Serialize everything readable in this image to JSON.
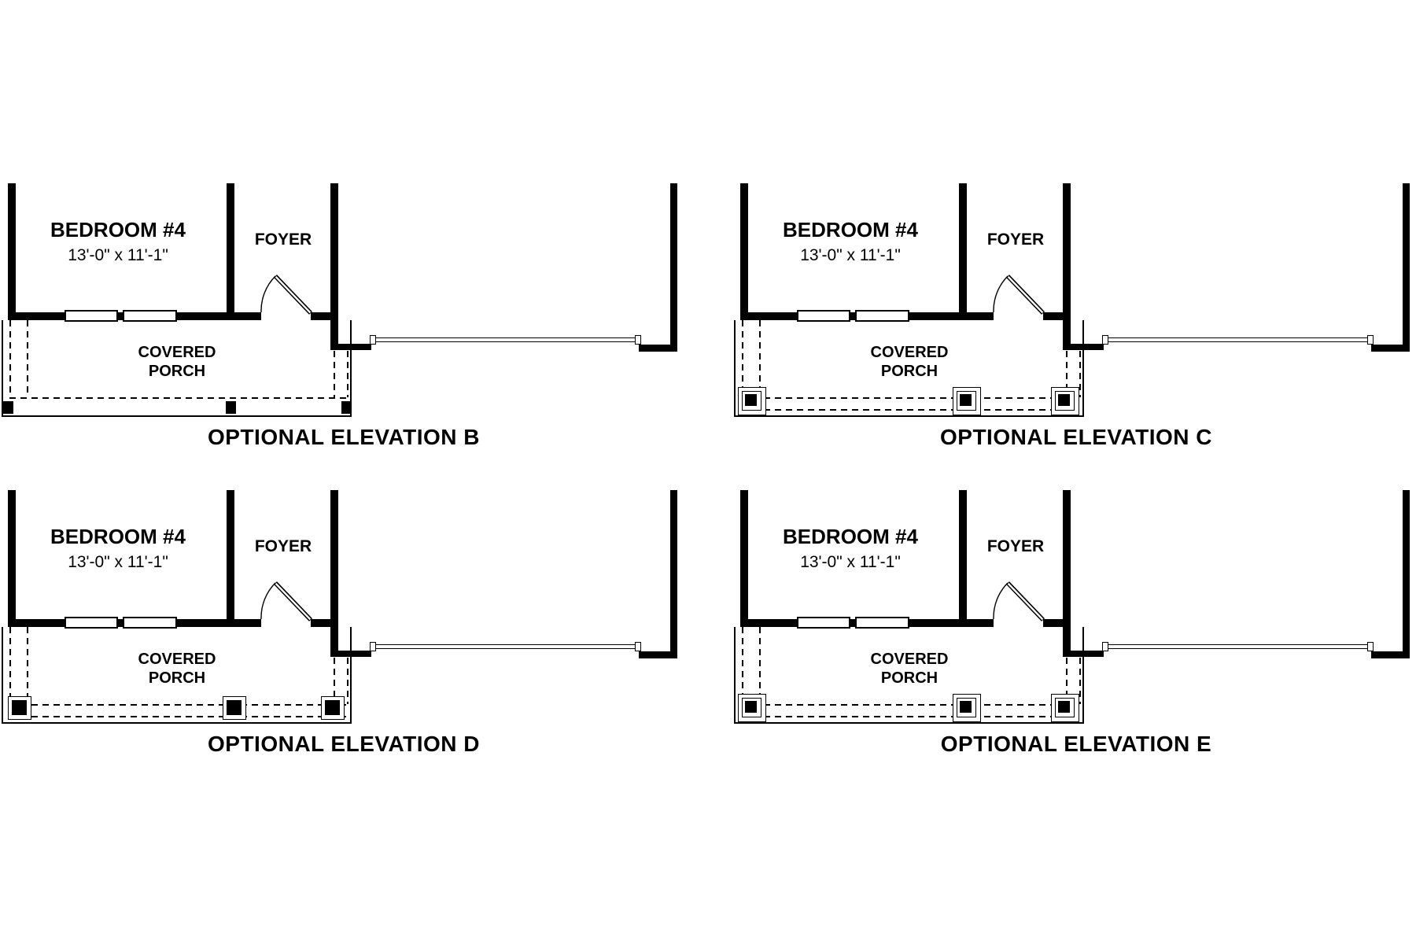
{
  "page": {
    "background": "#ffffff",
    "ink": "#000000",
    "sheet_type": "floor-plan-options"
  },
  "units": [
    {
      "id": "elevation-b",
      "title": "OPTIONAL ELEVATION B",
      "bedroom_label": "BEDROOM #4",
      "bedroom_dimensions": "13'-0\" x 11'-1\"",
      "foyer_label": "FOYER",
      "porch_label_line1": "COVERED",
      "porch_label_line2": "PORCH",
      "porch_post_style": "small-solid-square",
      "porch_post_count": 3
    },
    {
      "id": "elevation-c",
      "title": "OPTIONAL ELEVATION C",
      "bedroom_label": "BEDROOM #4",
      "bedroom_dimensions": "13'-0\" x 11'-1\"",
      "foyer_label": "FOYER",
      "porch_label_line1": "COVERED",
      "porch_label_line2": "PORCH",
      "porch_post_style": "triple-outline-square",
      "porch_post_count": 3
    },
    {
      "id": "elevation-d",
      "title": "OPTIONAL ELEVATION D",
      "bedroom_label": "BEDROOM #4",
      "bedroom_dimensions": "13'-0\" x 11'-1\"",
      "foyer_label": "FOYER",
      "porch_label_line1": "COVERED",
      "porch_label_line2": "PORCH",
      "porch_post_style": "double-outline-square",
      "porch_post_count": 3
    },
    {
      "id": "elevation-e",
      "title": "OPTIONAL ELEVATION E",
      "bedroom_label": "BEDROOM #4",
      "bedroom_dimensions": "13'-0\" x 11'-1\"",
      "foyer_label": "FOYER",
      "porch_label_line1": "COVERED",
      "porch_label_line2": "PORCH",
      "porch_post_style": "triple-outline-square",
      "porch_post_count": 3
    }
  ]
}
